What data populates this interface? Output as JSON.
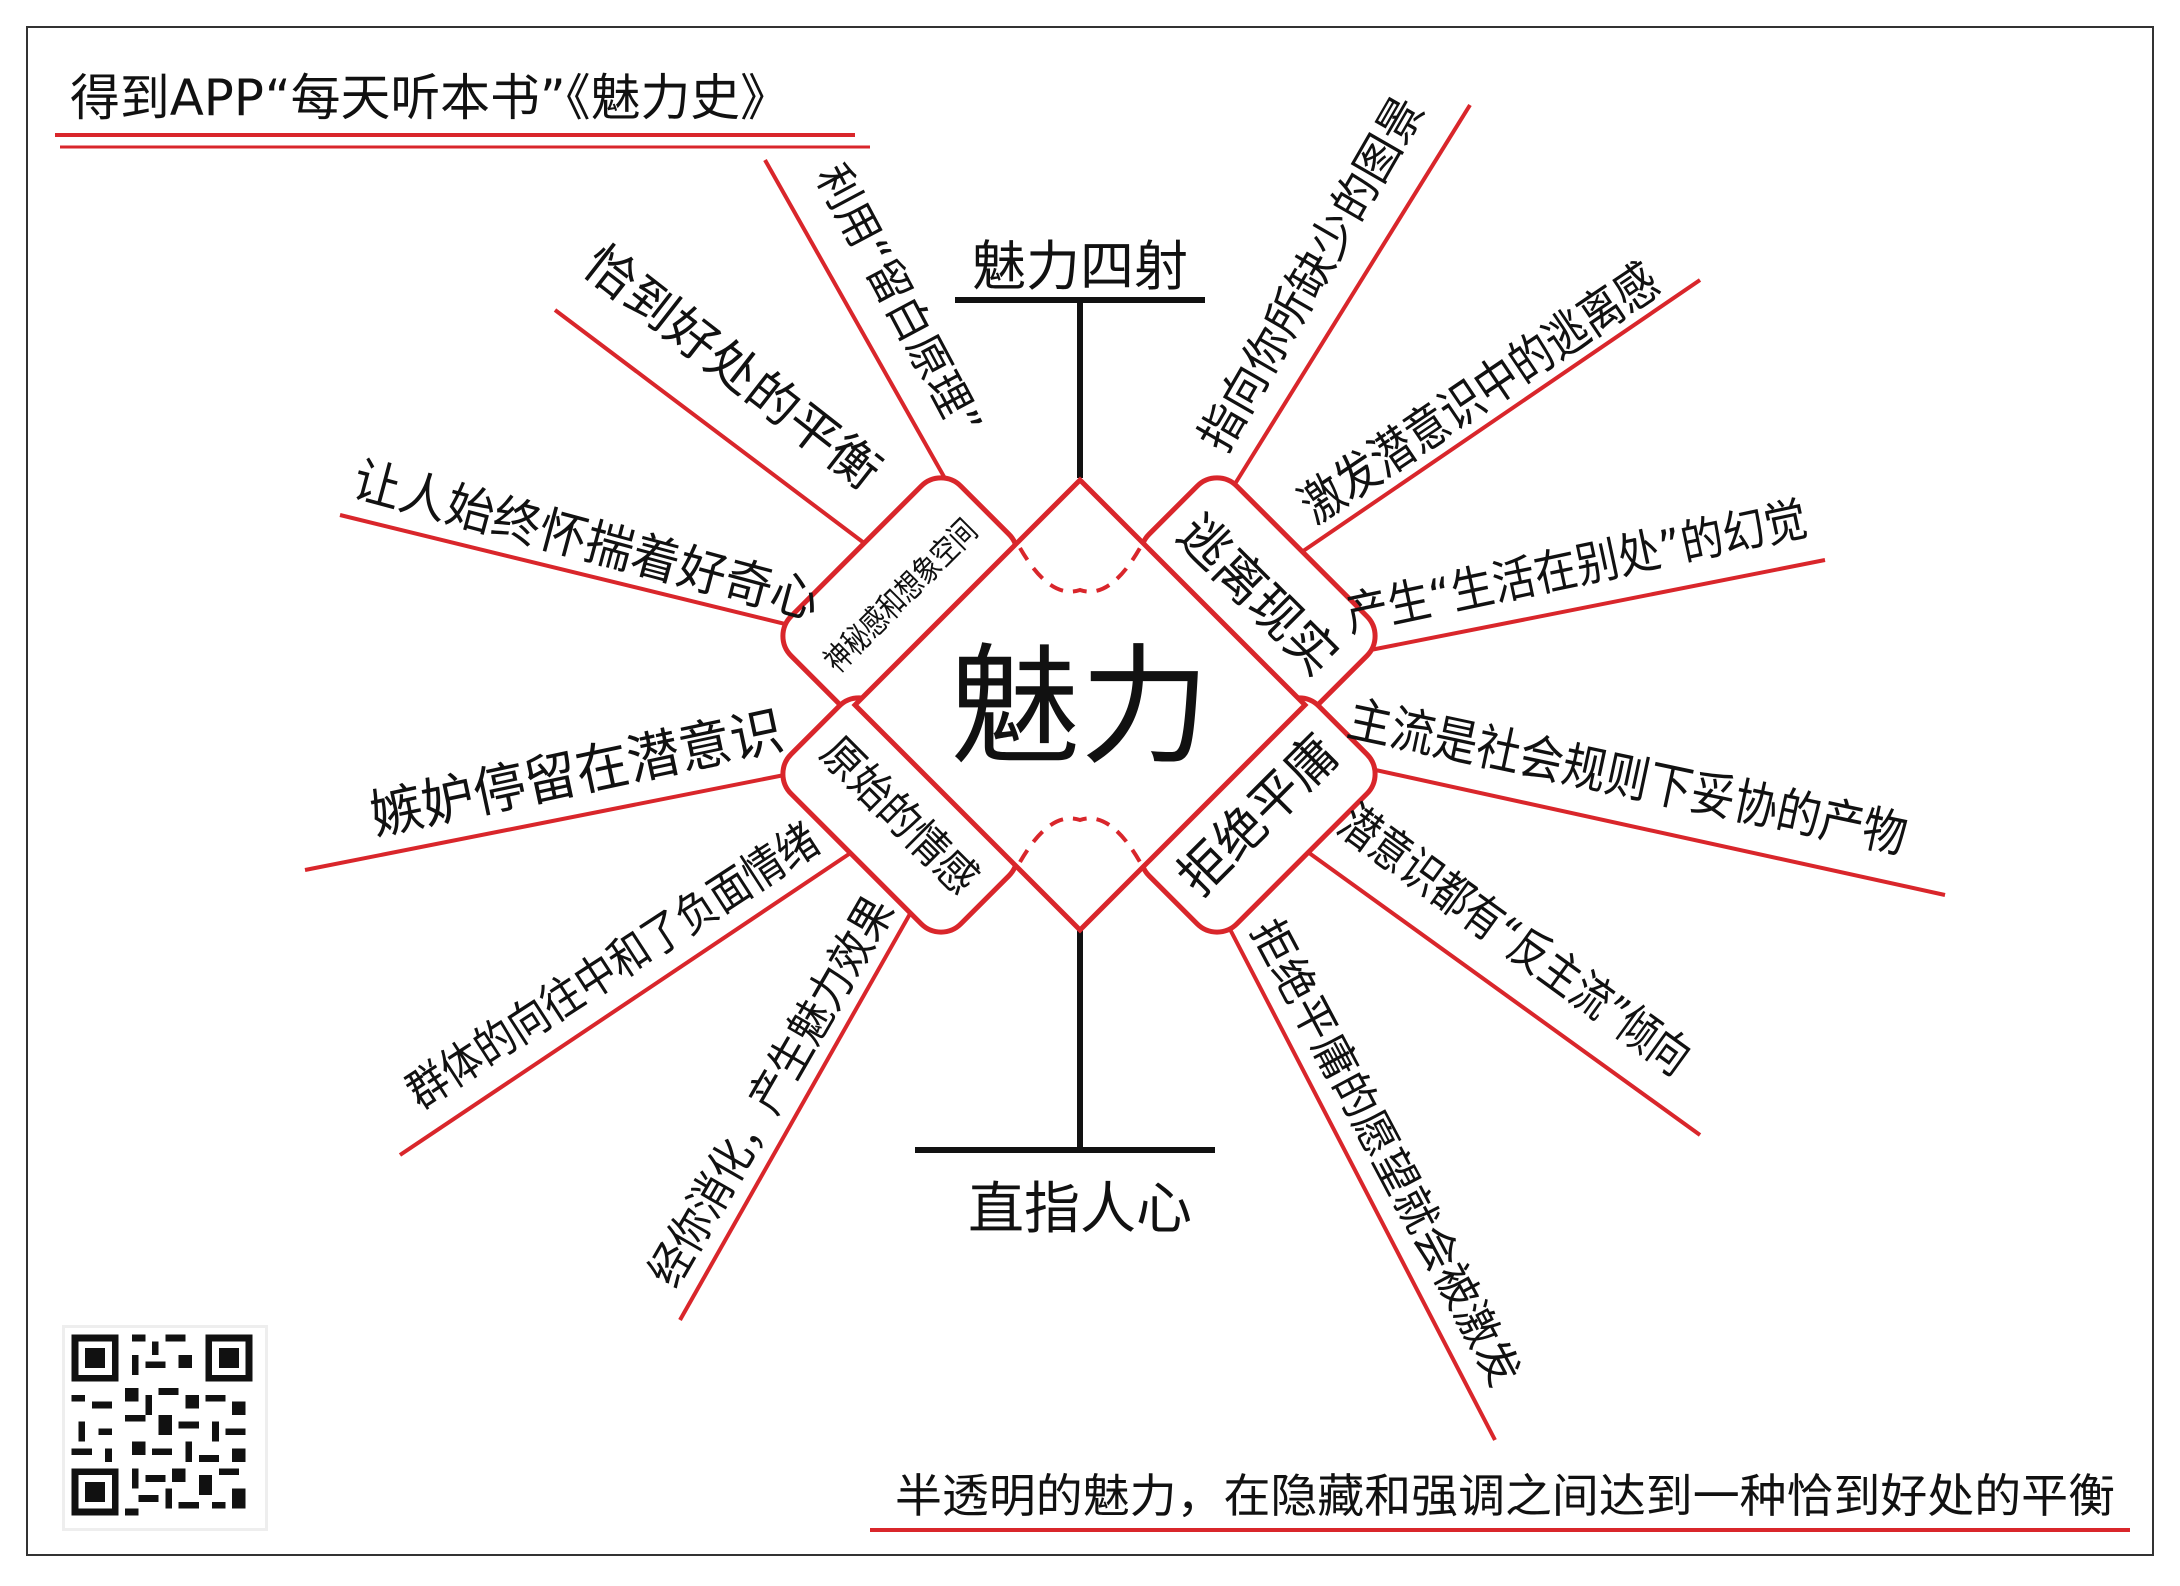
{
  "title": "得到APP“每天听本书”《魅力史》",
  "center": "魅力",
  "top_label": "魅力四射",
  "bottom_label": "直指人心",
  "footer": "半透明的魅力，在隐藏和强调之间达到一种恰到好处的平衡",
  "colors": {
    "accent": "#d9262b",
    "ink": "#111111",
    "frame": "#333333"
  },
  "corners": {
    "top_left": "神秘感和想象空间",
    "top_right": "逃离现实",
    "bottom_left": "原始的情感",
    "bottom_right": "拒绝平庸"
  },
  "branches": {
    "top_left": [
      "利用“留白原理”",
      "恰到好处的平衡",
      "让人始终怀揣着好奇心"
    ],
    "top_right": [
      "指向你所缺少的图景",
      "激发潜意识中的逃离感",
      "产生“生活在别处”的幻觉"
    ],
    "bottom_left": [
      "嫉妒停留在潜意识",
      "群体的向往中和了负面情绪",
      "经你消化，产生魅力效果"
    ],
    "bottom_right": [
      "主流是社会规则下妥协的产物",
      "潜意识都有“反主流”倾向",
      "拒绝平庸的愿望就会被激发"
    ]
  },
  "qr_icon": "qr-code-icon"
}
